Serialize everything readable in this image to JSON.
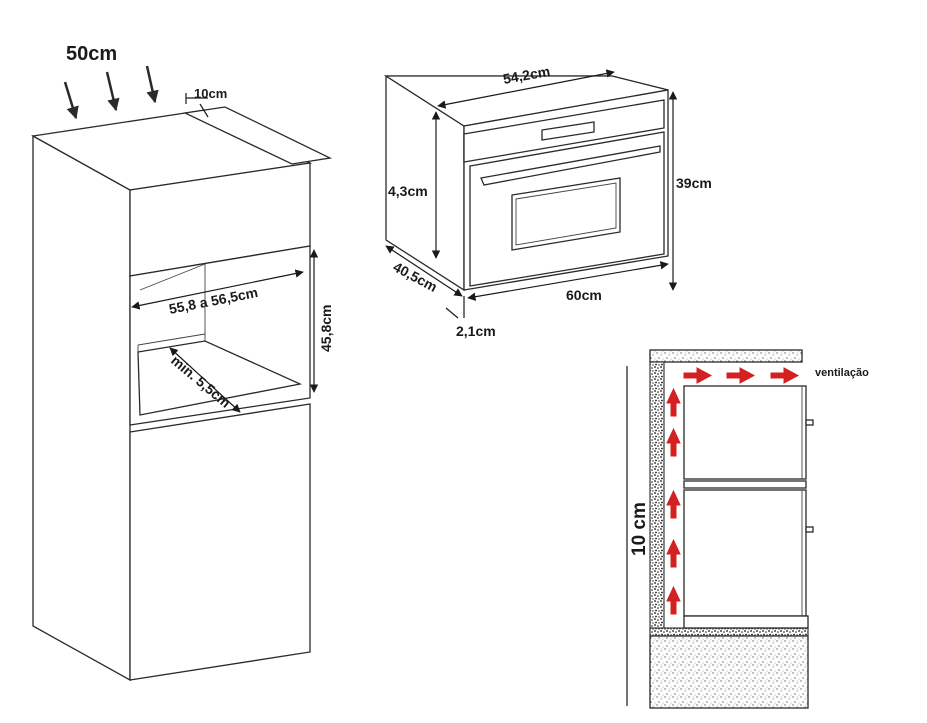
{
  "cabinet": {
    "depth_label": "50cm",
    "gap_label": "10cm",
    "width_label": "55,8 a 56,5cm",
    "height_label": "45,8cm",
    "min_label": "min. 5,5cm"
  },
  "oven": {
    "top_label": "54,2cm",
    "side_label": "4,3cm",
    "height_label": "39cm",
    "depth_label": "40,5cm",
    "width_label": "60cm",
    "front_label": "2,1cm"
  },
  "ventilation": {
    "label": "ventilação",
    "gap_label": "10 cm"
  },
  "colors": {
    "line": "#2a2a2a",
    "arrow_red": "#d42020"
  }
}
